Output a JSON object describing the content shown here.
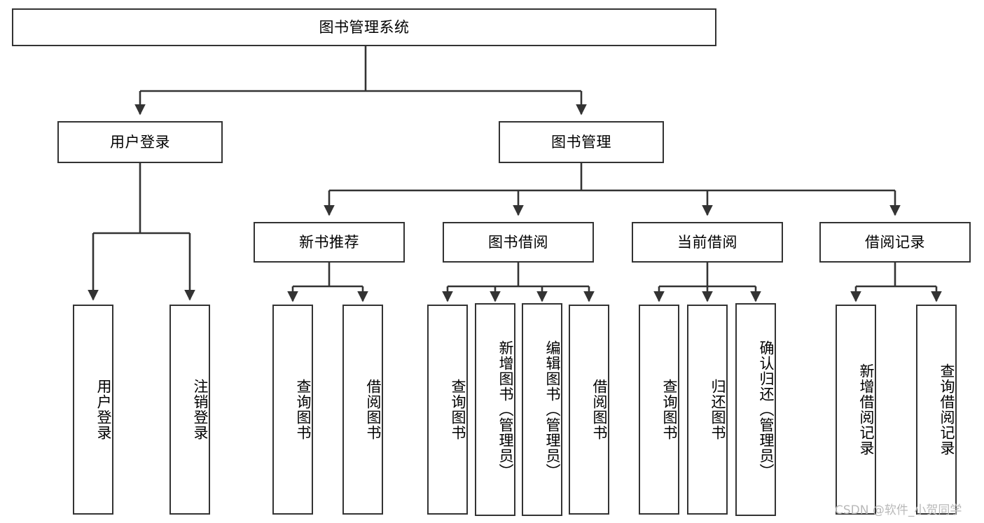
{
  "diagram": {
    "type": "tree",
    "title": "图书管理系统",
    "orientation": "top-down",
    "colors": {
      "box_border": "#333333",
      "box_fill": "#ffffff",
      "edge": "#333333",
      "text": "#000000",
      "watermark": "#b9b9b9"
    }
  },
  "root": {
    "label": "图书管理系统"
  },
  "level2": [
    {
      "label": "用户登录"
    },
    {
      "label": "图书管理"
    }
  ],
  "level3": [
    {
      "label": "新书推荐"
    },
    {
      "label": "图书借阅"
    },
    {
      "label": "当前借阅"
    },
    {
      "label": "借阅记录"
    }
  ],
  "leaves": {
    "user_login": [
      {
        "label": "用户登录"
      },
      {
        "label": "注销登录"
      }
    ],
    "new_book": [
      {
        "label": "查询图书"
      },
      {
        "label": "借阅图书"
      }
    ],
    "book_borrow": [
      {
        "label": "查询图书"
      },
      {
        "label": "新增图书（管理员）"
      },
      {
        "label": "编辑图书（管理员）"
      },
      {
        "label": "借阅图书"
      }
    ],
    "current_borrow": [
      {
        "label": "查询图书"
      },
      {
        "label": "归还图书"
      },
      {
        "label": "确认归还（管理员）"
      }
    ],
    "borrow_record": [
      {
        "label": "新增借阅记录"
      },
      {
        "label": "查询借阅记录"
      }
    ]
  },
  "watermark": {
    "text": "CSDN @软件_小贺同学"
  }
}
